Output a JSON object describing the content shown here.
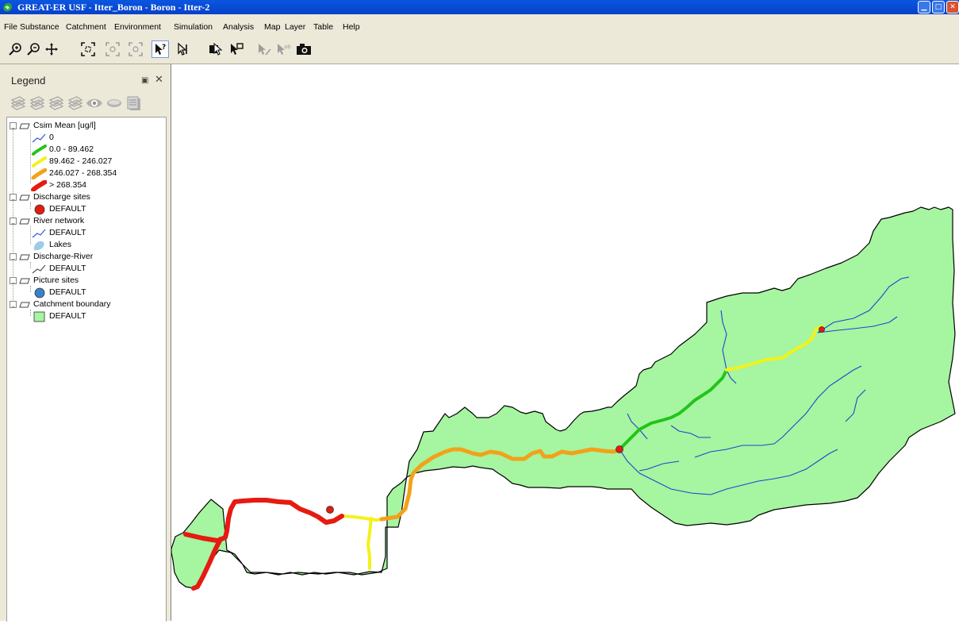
{
  "window": {
    "title": "GREAT-ER USF - Itter_Boron - Boron - Itter-2",
    "buttons": [
      "minimize-icon",
      "maximize-icon",
      "close-icon"
    ]
  },
  "menu": {
    "items": [
      "File",
      "Substance",
      "Catchment",
      "Environment",
      "Simulation",
      "Analysis",
      "Map",
      "Layer",
      "Table",
      "Help"
    ]
  },
  "toolbar": {
    "tools": [
      "zoom-in-icon",
      "zoom-out-icon",
      "pan-icon",
      "zoom-full-icon",
      "zoom-previous-icon",
      "zoom-next-icon",
      "identify-icon",
      "select-icon",
      "info-icon",
      "select-feature-icon",
      "measure-icon",
      "label-icon",
      "camera-icon"
    ],
    "active_tool": "identify-icon"
  },
  "legend": {
    "header": "Legend",
    "layers": [
      {
        "name": "Csim Mean [ug/l]",
        "classes": [
          {
            "label": "0",
            "color": "#3a55d8",
            "symbol": "thin-line"
          },
          {
            "label": "0.0 - 89.462",
            "color": "#22c41a",
            "symbol": "thick-line"
          },
          {
            "label": "89.462 - 246.027",
            "color": "#f2f21a",
            "symbol": "thick-line"
          },
          {
            "label": "246.027 - 268.354",
            "color": "#f2a21a",
            "symbol": "thick-line"
          },
          {
            "label": "> 268.354",
            "color": "#e51b12",
            "symbol": "thick-line"
          }
        ]
      },
      {
        "name": "Discharge sites",
        "classes": [
          {
            "label": "DEFAULT",
            "color": "#e51b12",
            "symbol": "circle"
          }
        ]
      },
      {
        "name": "River network",
        "classes": [
          {
            "label": "DEFAULT",
            "color": "#3a55d8",
            "symbol": "thin-line"
          },
          {
            "label": "Lakes",
            "color": "#9ecbe8",
            "symbol": "lake"
          }
        ]
      },
      {
        "name": "Discharge-River",
        "classes": [
          {
            "label": "DEFAULT",
            "color": "#555555",
            "symbol": "thin-line"
          }
        ]
      },
      {
        "name": "Picture sites",
        "classes": [
          {
            "label": "DEFAULT",
            "color": "#3a82c8",
            "symbol": "circle"
          }
        ]
      },
      {
        "name": "Catchment boundary",
        "classes": [
          {
            "label": "DEFAULT",
            "color": "#a6f5a0",
            "symbol": "square"
          }
        ]
      }
    ]
  },
  "map": {
    "catchment_fill": "#a6f5a0",
    "boundary_color": "#000000",
    "river_color": "#2342d4"
  }
}
